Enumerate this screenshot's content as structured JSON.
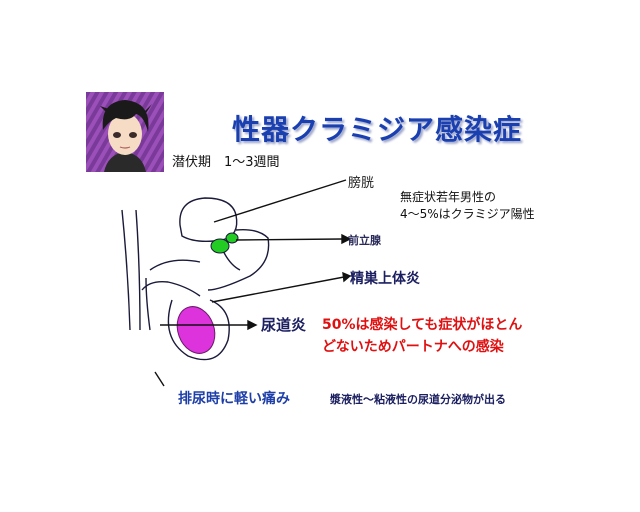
{
  "title": "性器クラミジア感染症",
  "latency": "潜伏期　1～3週間",
  "labels": {
    "bladder": "膀胱",
    "prostate": "前立腺",
    "epididymitis": "精巣上体炎",
    "urethritis": "尿道炎",
    "pain": "排尿時に軽い痛み",
    "discharge": "漿液性～粘液性の尿道分泌物が出る"
  },
  "notes": {
    "line1": "無症状若年男性の",
    "line2": "4～5%はクラミジア陽性"
  },
  "highlight": {
    "line1": "50%は感染しても症状がほとん",
    "line2": "どないためパートナへの感染"
  },
  "colors": {
    "title": "#1a3fb0",
    "prostate_fill": "#22cc22",
    "testis_fill": "#dd33dd",
    "highlight_text": "#e01010",
    "avatar_bg": "#9b4fb8"
  },
  "icons": {
    "avatar": "anime-character-portrait"
  }
}
